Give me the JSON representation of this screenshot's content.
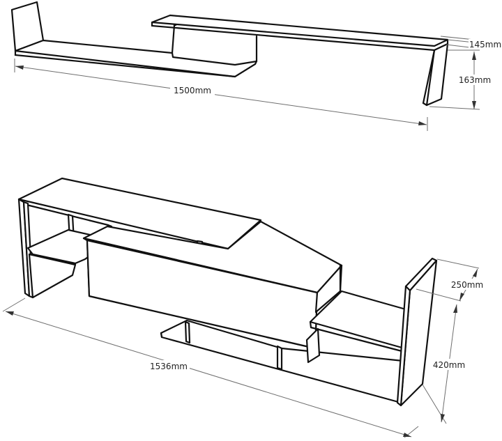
{
  "diagram": {
    "wall_shelf": {
      "dimensions": {
        "width": "1500mm",
        "depth": "145mm",
        "height": "163mm"
      }
    },
    "tv_unit": {
      "dimensions": {
        "width": "1536mm",
        "depth": "250mm",
        "height": "420mm"
      }
    }
  }
}
